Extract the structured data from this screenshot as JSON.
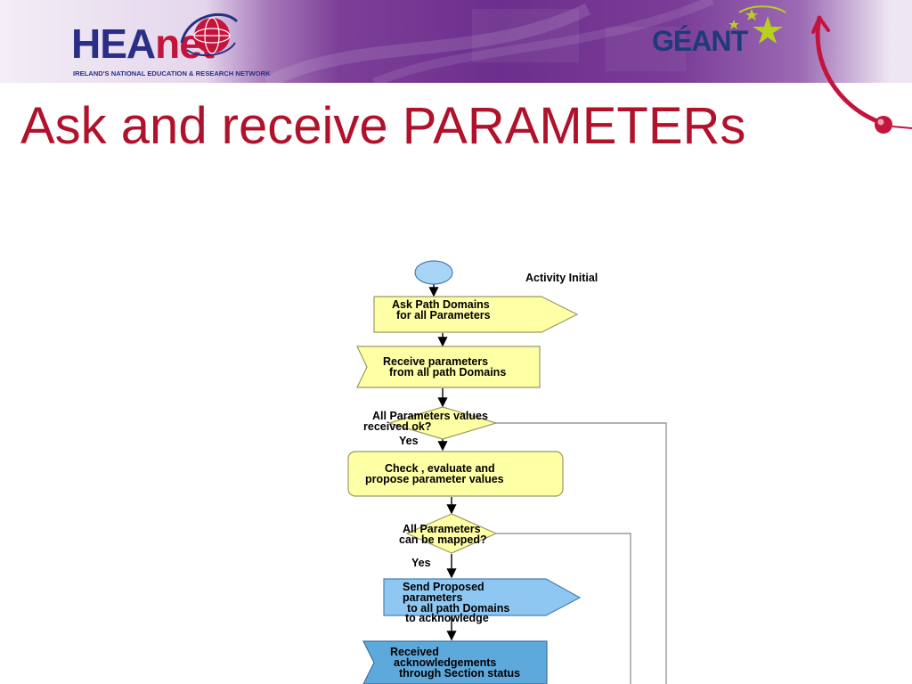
{
  "header": {
    "heanet_logo": {
      "word_main": "HEA",
      "word_accent": "net",
      "tagline": "IRELAND'S NATIONAL EDUCATION & RESEARCH NETWORK"
    },
    "geant_logo": {
      "word": "GÉANT"
    },
    "colors": {
      "title": "#b0122b",
      "heanet_blue": "#2a2f86",
      "heanet_red": "#c4143c",
      "banner_purple": "#6d2f8d",
      "flow_yellow": "#ffffa6",
      "flow_blue_light": "#8ec8f2",
      "flow_blue_dark": "#5ea9dc"
    }
  },
  "slide": {
    "title": "Ask and receive PARAMETERs"
  },
  "flowchart": {
    "start_label": "Activity Initial",
    "send1": [
      "Ask Path Domains",
      "for all Parameters"
    ],
    "receive1": [
      "Receive parameters",
      "from all path Domains"
    ],
    "decision1": [
      "All Parameters  values",
      "received ok?"
    ],
    "decision1_yes": "Yes",
    "process1": [
      "Check , evaluate and",
      "propose parameter values"
    ],
    "decision2": [
      "All Parameters",
      "can be mapped?"
    ],
    "decision2_yes": "Yes",
    "send2": [
      "Send Proposed",
      "parameters",
      "to all path Domains",
      "to acknowledge"
    ],
    "receive2": [
      "Received",
      "acknowledgements",
      "through Section status"
    ]
  }
}
